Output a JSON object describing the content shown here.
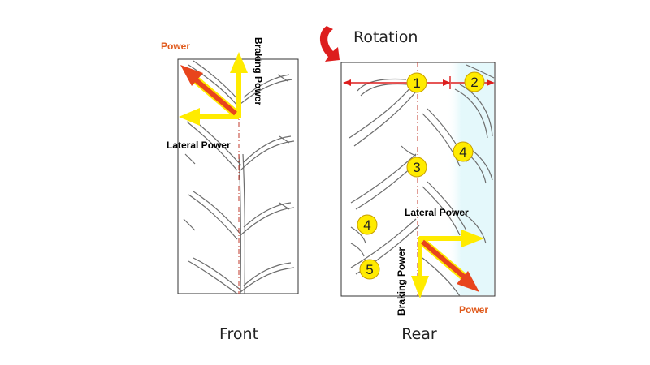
{
  "title": "Rotation",
  "colors": {
    "force_arrow": "#ffeb00",
    "power_arrow": "#e8441c",
    "power_text": "#e05a1c",
    "centerline": "#c0392b",
    "badge_fill": "#ffeb00",
    "badge_stroke": "#c8a000",
    "shoulder_tint": "#e4f8fb"
  },
  "front": {
    "caption": "Front",
    "power_label": "Power",
    "braking_label": "Braking Power",
    "lateral_label": "Lateral Power"
  },
  "rear": {
    "caption": "Rear",
    "power_label": "Power",
    "braking_label": "Braking Power",
    "lateral_label": "Lateral Power",
    "markers": [
      "1",
      "2",
      "3",
      "4",
      "4",
      "5"
    ]
  },
  "icons": {
    "rotation": "rotation-arrow-icon"
  }
}
